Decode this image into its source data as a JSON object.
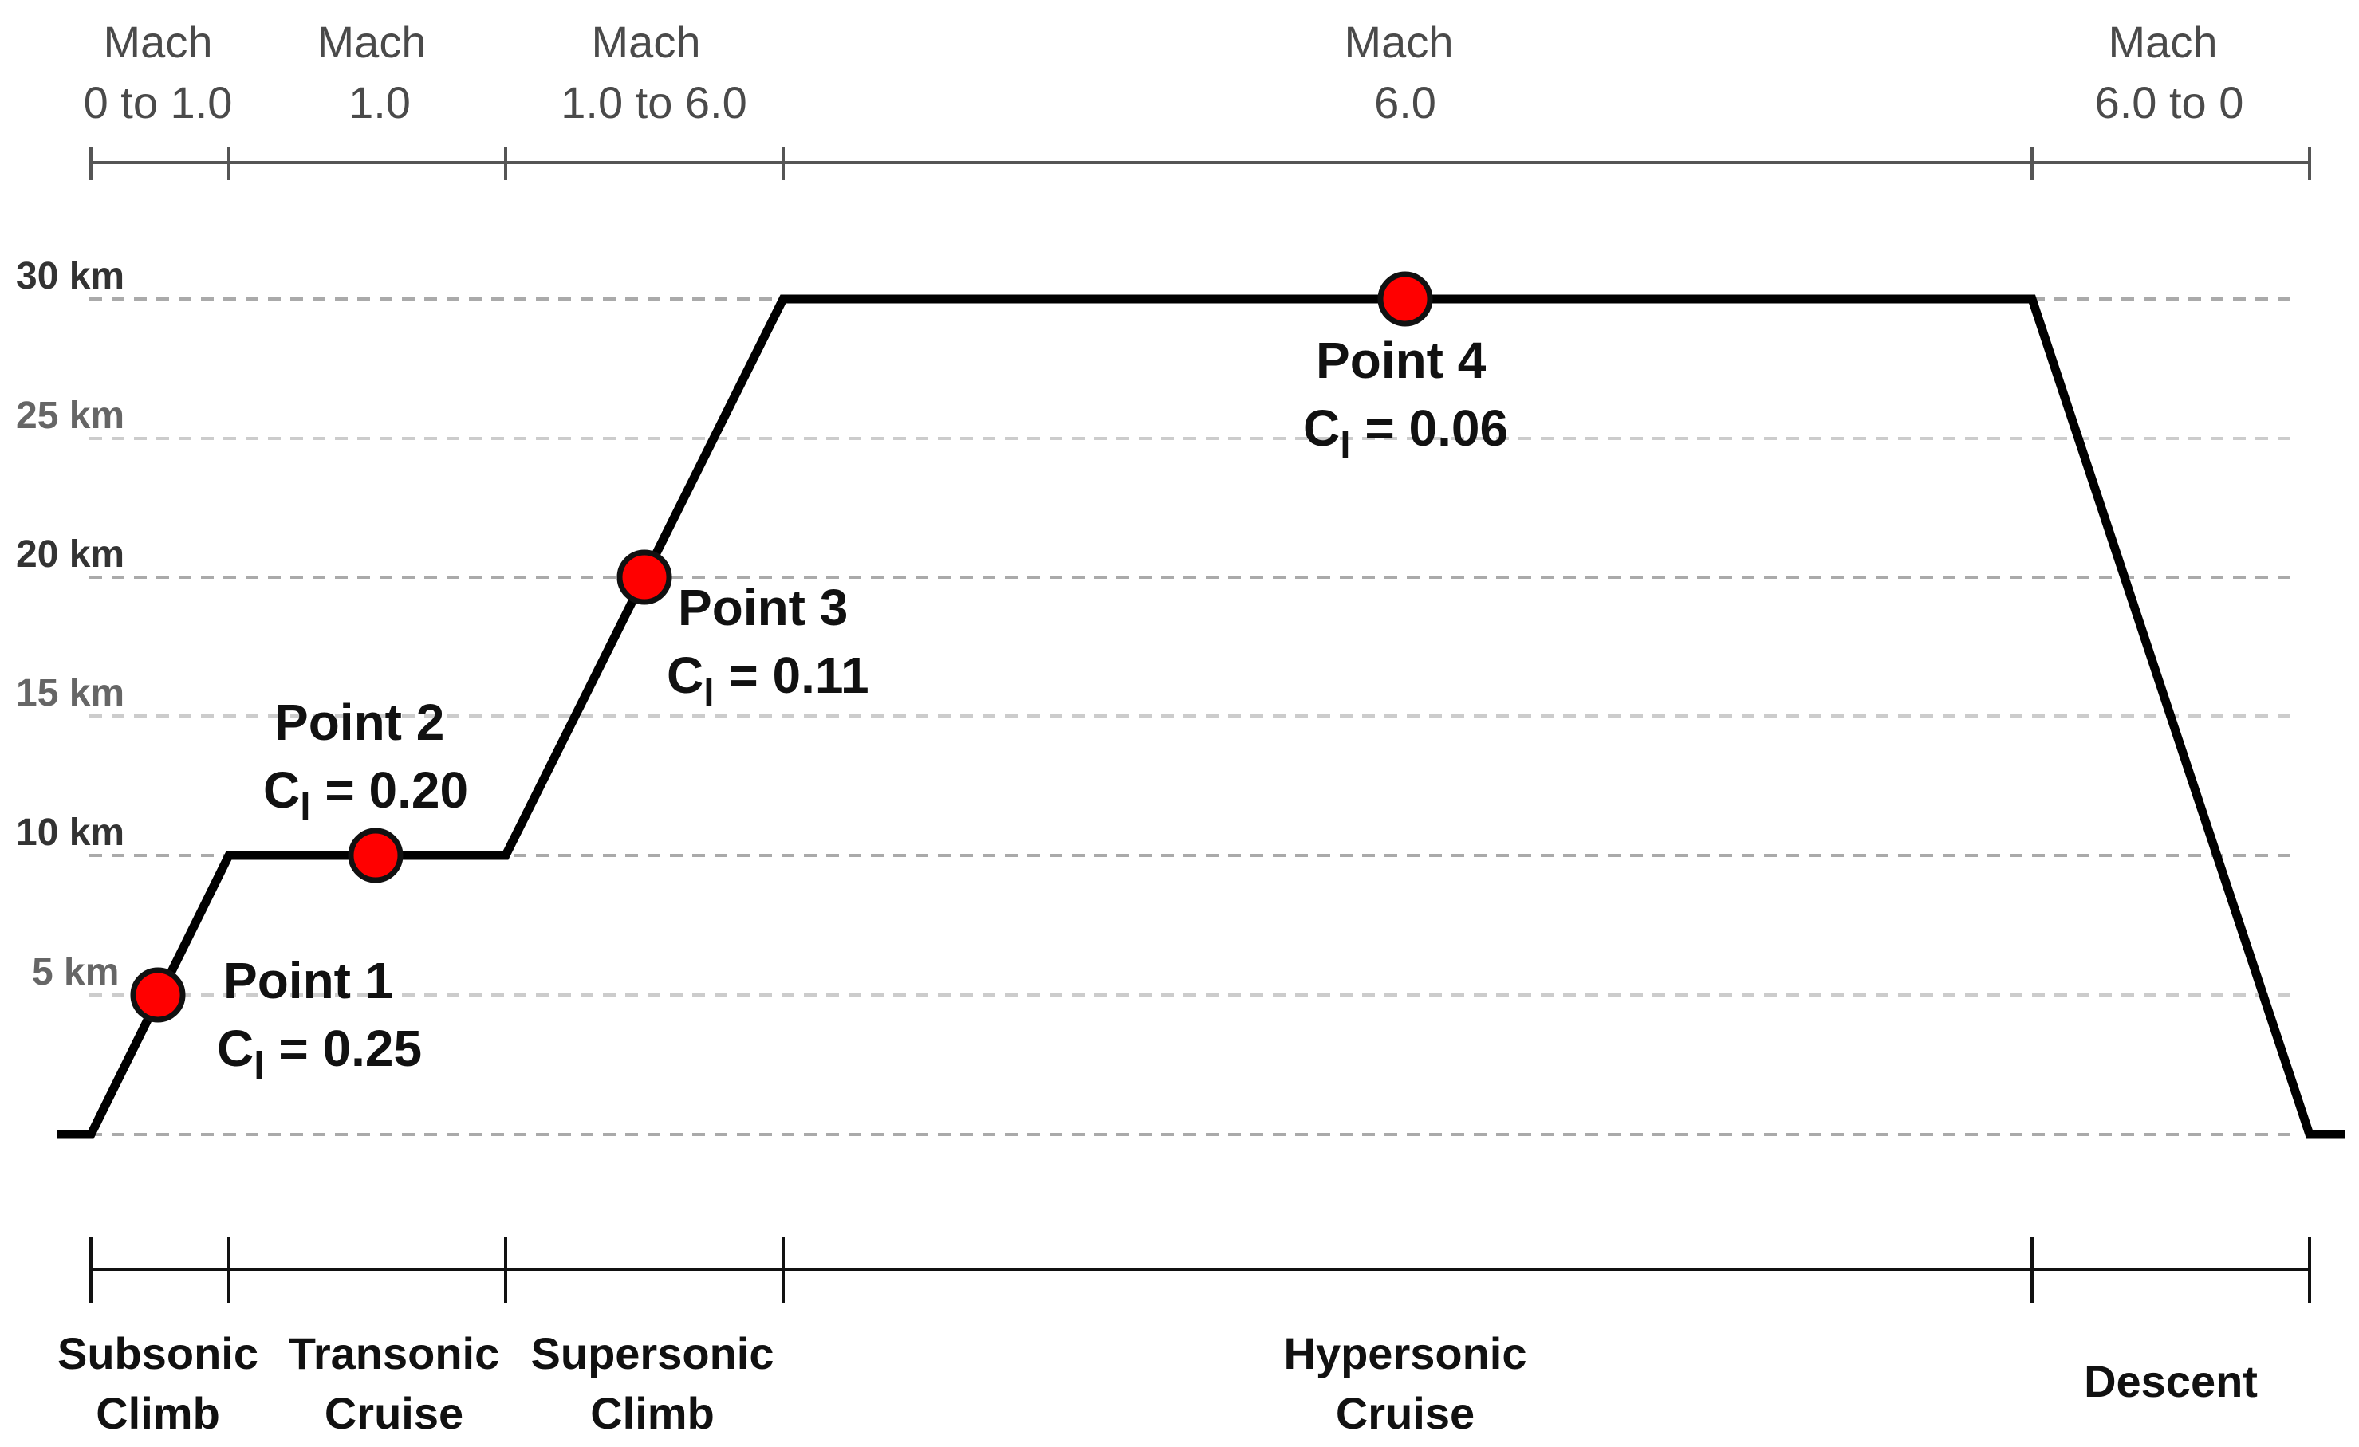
{
  "mach_axis": {
    "segments": [
      {
        "line1": "Mach",
        "line2": "0 to 1.0"
      },
      {
        "line1": "Mach",
        "line2": "1.0"
      },
      {
        "line1": "Mach",
        "line2": "1.0 to 6.0"
      },
      {
        "line1": "Mach",
        "line2": "6.0"
      },
      {
        "line1": "Mach",
        "line2": "6.0 to 0"
      }
    ]
  },
  "altitude_axis": {
    "labels": [
      "30 km",
      "25 km",
      "20 km",
      "15 km",
      "10 km",
      "5 km"
    ]
  },
  "phases": [
    {
      "line1": "Subsonic",
      "line2": "Climb"
    },
    {
      "line1": "Transonic",
      "line2": "Cruise"
    },
    {
      "line1": "Supersonic",
      "line2": "Climb"
    },
    {
      "line1": "Hypersonic",
      "line2": "Cruise"
    },
    {
      "line1": "",
      "line2": "Descent"
    }
  ],
  "points": [
    {
      "name": "Point 1",
      "cl_prefix": "C",
      "cl_sub": "l",
      "cl_value": " = 0.25"
    },
    {
      "name": "Point 2",
      "cl_prefix": "C",
      "cl_sub": "l",
      "cl_value": " = 0.20"
    },
    {
      "name": "Point 3",
      "cl_prefix": "C",
      "cl_sub": "l",
      "cl_value": " = 0.11"
    },
    {
      "name": "Point 4",
      "cl_prefix": "C",
      "cl_sub": "l",
      "cl_value": " = 0.06"
    }
  ],
  "colors": {
    "profile": "#000000",
    "point_fill": "#ff0000",
    "gridline": "#bbbbbb",
    "axis": "#555555"
  }
}
